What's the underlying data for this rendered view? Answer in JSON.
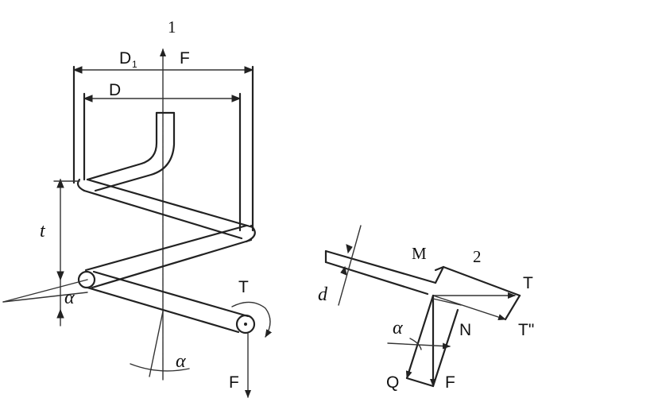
{
  "figure1": {
    "number": "1",
    "outer_diameter_label": "D",
    "outer_diameter_sub": "1",
    "inner_diameter_label": "D",
    "pitch_label": "t",
    "angle_left_label": "α",
    "angle_bottom_label": "α",
    "axial_force_top": "F",
    "axial_force_bottom": "F",
    "torque_label": "T"
  },
  "figure2": {
    "number": "2",
    "wire_diameter_label": "d",
    "point_label": "M",
    "torque_label": "T",
    "torque_component_label": "T\"",
    "normal_label": "N",
    "angle_label": "α",
    "q_label": "Q",
    "force_label": "F"
  }
}
